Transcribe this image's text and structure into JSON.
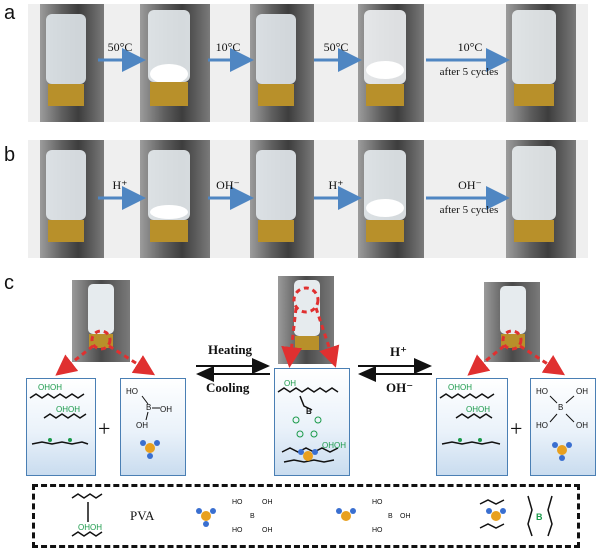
{
  "panels": {
    "a": {
      "letter": "a",
      "steps": [
        "50°C",
        "10°C",
        "50°C",
        "10°C"
      ],
      "final_note": "after 5 cycles"
    },
    "b": {
      "letter": "b",
      "steps": [
        "H⁺",
        "OH⁻",
        "H⁺",
        "OH⁻"
      ],
      "final_note": "after 5 cycles"
    },
    "c": {
      "letter": "c",
      "heating": "Heating",
      "cooling": "Cooling",
      "acid": "H⁺",
      "base": "OH⁻",
      "plus": "+",
      "oh_pair": "OHOH",
      "oh_single": "OH",
      "boron": "B",
      "hydroxyl": "OH",
      "ho": "HO"
    }
  },
  "legend": {
    "pva_label": "PVA",
    "oh_pair": "OHOH",
    "ho": "HO",
    "oh": "OH",
    "boron": "B"
  },
  "colors": {
    "arrow_blue": "#4f86c2",
    "box_border": "#4a7fb4",
    "box_fill": "#c9dcef",
    "dash_red": "#e03030",
    "ion_blue": "#3a6fd0",
    "ion_orange": "#e8a020",
    "oh_green": "#1a9a4a",
    "cap_gold": "#b8902a"
  }
}
